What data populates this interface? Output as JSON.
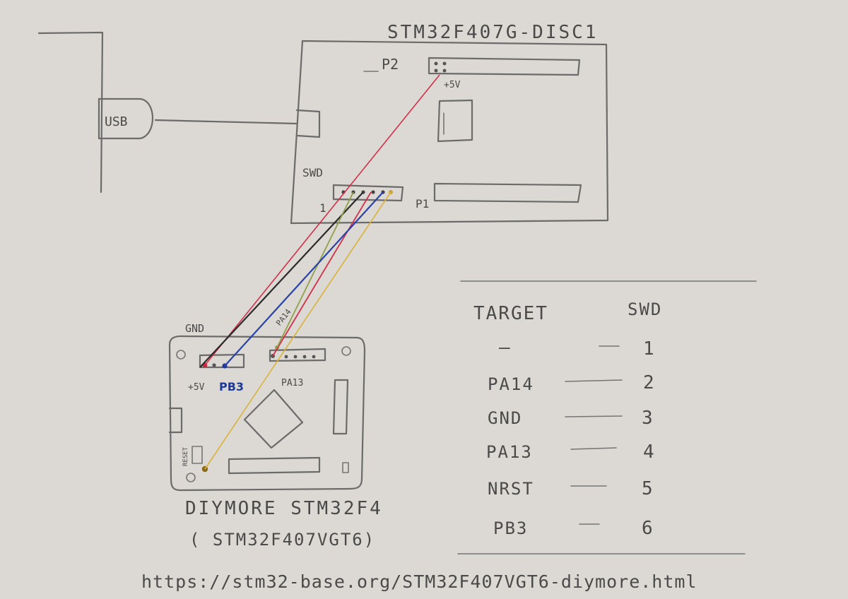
{
  "board_top": {
    "title": "STM32F407G-DISC1",
    "p2_label": "P2",
    "plus5v_label": "+5V",
    "swd_label": "SWD",
    "pin1_label": "1",
    "p1_label": "P1"
  },
  "usb": {
    "label": "USB"
  },
  "board_bottom": {
    "gnd_label": "GND",
    "plus5v_label": "+5V",
    "pb3_label": "PB3",
    "pa14_label": "PA14",
    "pa13_label": "PA13",
    "reset_label": "RESET",
    "name_line1": "DIYMORE STM32F4",
    "name_line2": "( STM32F407VGT6)"
  },
  "pin_table": {
    "header_target": "TARGET",
    "header_swd": "SWD",
    "rows": [
      {
        "target": "—",
        "swd": "1"
      },
      {
        "target": "PA14",
        "swd": "2"
      },
      {
        "target": "GND",
        "swd": "3"
      },
      {
        "target": "PA13",
        "swd": "4"
      },
      {
        "target": "NRST",
        "swd": "5"
      },
      {
        "target": "PB3",
        "swd": "6"
      }
    ]
  },
  "url": "https://stm32-base.org/STM32F407VGT6-diymore.html",
  "colors": {
    "paper": "#d9d6d1",
    "pencil": "#6b6b6b",
    "wire_red": "#d2304a",
    "wire_black": "#2b2b2b",
    "wire_green": "#8fa04a",
    "wire_blue": "#2a43a8",
    "wire_yellow": "#d9b23a",
    "pb3_text": "#1e3a9a"
  }
}
